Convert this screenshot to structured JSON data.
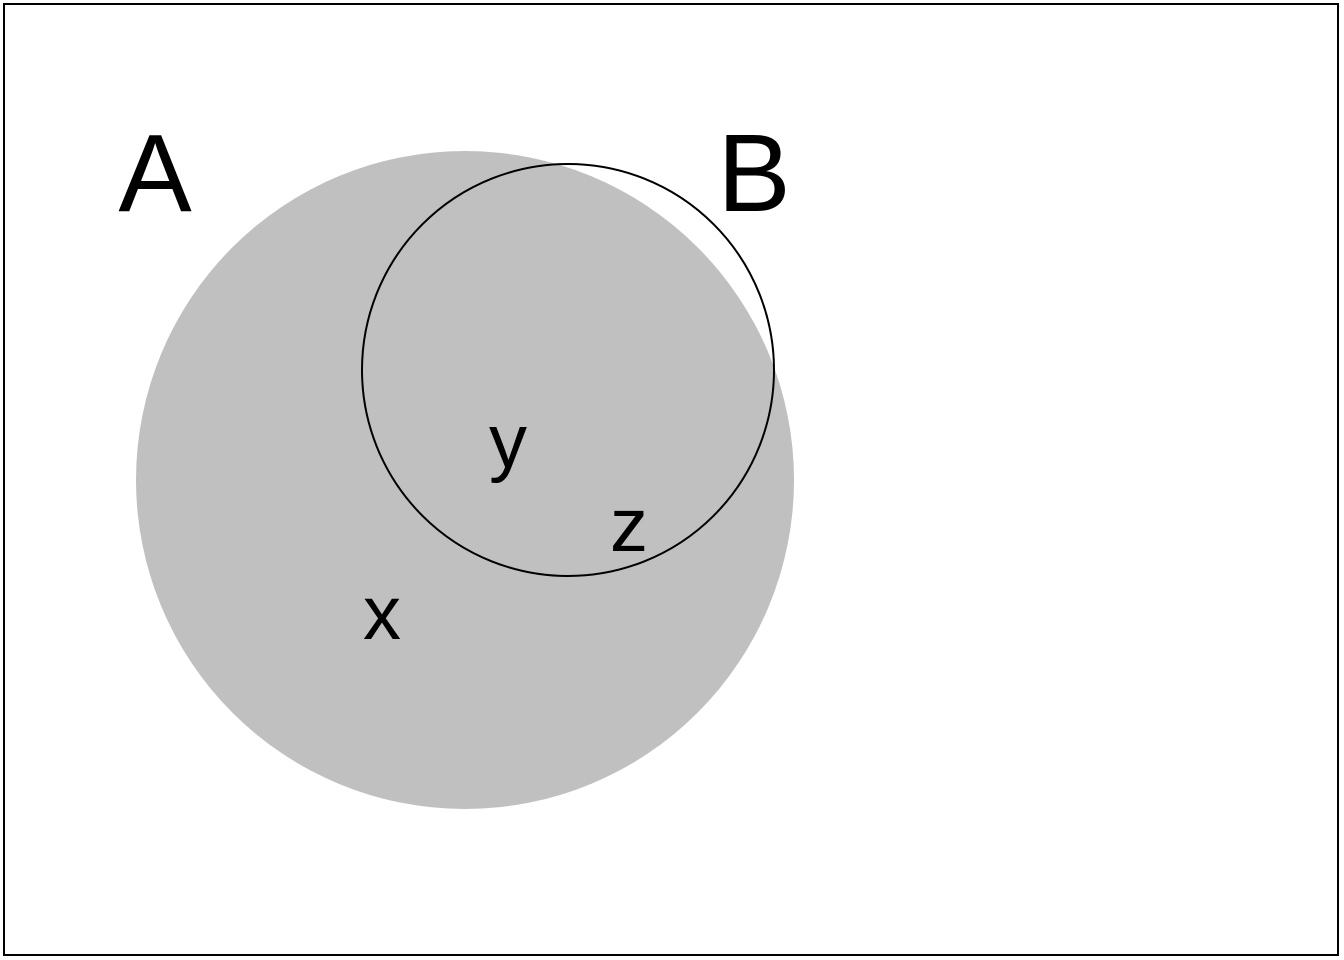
{
  "diagram": {
    "sets": [
      {
        "id": "A",
        "label": "A",
        "shaded": true
      },
      {
        "id": "B",
        "label": "B",
        "shaded": false
      }
    ],
    "elements": [
      {
        "label": "x"
      },
      {
        "label": "y"
      },
      {
        "label": "z"
      }
    ],
    "colors": {
      "shade": "#c0c0c0",
      "stroke": "#000000",
      "background": "#ffffff"
    }
  }
}
